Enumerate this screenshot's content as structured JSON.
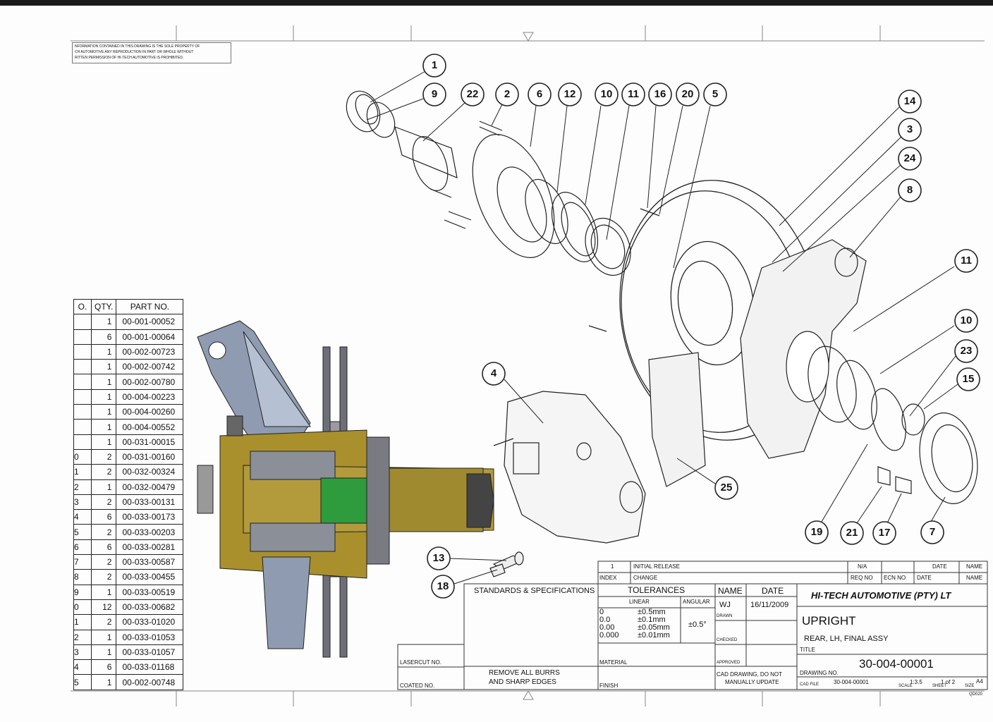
{
  "notice": {
    "line1": "NFORMATION CONTAINED IN THIS DRAWING IS THE SOLE PROPERTY OF",
    "line2": "CH AUTOMOTIVE ANY REPRODUCTION IN PART OR WHOLE WITHOUT",
    "line3": "RITTEN PERMISSION OF HI-TECH AUTOMOTIVE IS PROHIBITED."
  },
  "bom": {
    "headers": {
      "item": "O.",
      "qty": "QTY.",
      "part": "PART NO."
    },
    "rows": [
      {
        "item": "",
        "qty": "1",
        "part": "00-001-00052"
      },
      {
        "item": "",
        "qty": "6",
        "part": "00-001-00064"
      },
      {
        "item": "",
        "qty": "1",
        "part": "00-002-00723"
      },
      {
        "item": "",
        "qty": "1",
        "part": "00-002-00742"
      },
      {
        "item": "",
        "qty": "1",
        "part": "00-002-00780"
      },
      {
        "item": "",
        "qty": "1",
        "part": "00-004-00223"
      },
      {
        "item": "",
        "qty": "1",
        "part": "00-004-00260"
      },
      {
        "item": "",
        "qty": "1",
        "part": "00-004-00552"
      },
      {
        "item": "",
        "qty": "1",
        "part": "00-031-00015"
      },
      {
        "item": "0",
        "qty": "2",
        "part": "00-031-00160"
      },
      {
        "item": "1",
        "qty": "2",
        "part": "00-032-00324"
      },
      {
        "item": "2",
        "qty": "1",
        "part": "00-032-00479"
      },
      {
        "item": "3",
        "qty": "2",
        "part": "00-033-00131"
      },
      {
        "item": "4",
        "qty": "6",
        "part": "00-033-00173"
      },
      {
        "item": "5",
        "qty": "2",
        "part": "00-033-00203"
      },
      {
        "item": "6",
        "qty": "6",
        "part": "00-033-00281"
      },
      {
        "item": "7",
        "qty": "2",
        "part": "00-033-00587"
      },
      {
        "item": "8",
        "qty": "2",
        "part": "00-033-00455"
      },
      {
        "item": "9",
        "qty": "1",
        "part": "00-033-00519"
      },
      {
        "item": "0",
        "qty": "12",
        "part": "00-033-00682"
      },
      {
        "item": "1",
        "qty": "2",
        "part": "00-033-01020"
      },
      {
        "item": "2",
        "qty": "1",
        "part": "00-033-01053"
      },
      {
        "item": "3",
        "qty": "1",
        "part": "00-033-01057"
      },
      {
        "item": "4",
        "qty": "6",
        "part": "00-033-01168"
      },
      {
        "item": "5",
        "qty": "1",
        "part": "00-002-00748"
      }
    ]
  },
  "balloons": [
    "1",
    "9",
    "22",
    "2",
    "6",
    "12",
    "10",
    "11",
    "16",
    "20",
    "5",
    "14",
    "3",
    "24",
    "8",
    "11",
    "10",
    "23",
    "15",
    "4",
    "25",
    "19",
    "21",
    "17",
    "7",
    "13",
    "18"
  ],
  "revision": {
    "index_value": "1",
    "change_value": "INITIAL RELEASE",
    "index_label": "INDEX",
    "change_label": "CHANGE",
    "na": "N/A",
    "req_no": "REQ NO",
    "ecn_no": "ECN NO",
    "date": "DATE",
    "date2": "DATE",
    "name": "NAME",
    "name2": "NAME"
  },
  "title_block": {
    "standards": "STANDARDS & SPECIFICATIONS",
    "tolerances": "TOLERANCES",
    "linear": "LINEAR",
    "angular": "ANGULAR",
    "tol_rows": [
      {
        "val": "0",
        "tol": "±0.5mm"
      },
      {
        "val": "0.0",
        "tol": "±0.1mm"
      },
      {
        "val": "0.00",
        "tol": "±0.05mm"
      },
      {
        "val": "0.000",
        "tol": "±0.01mm"
      }
    ],
    "angular_tol": "±0.5°",
    "name_hdr": "NAME",
    "date_hdr": "DATE",
    "drawn_name": "WJ",
    "drawn_date": "16/11/2009",
    "drawn": "DRAWN",
    "checked": "CHECKED",
    "approved": "APPROVED",
    "company": "HI-TECH AUTOMOTIVE (PTY) LT",
    "title_main": "UPRIGHT",
    "title_sub": "REAR, LH, FINAL ASSY",
    "title_label": "TITLE",
    "lasercut": "LASERCUT NO.",
    "coated": "COATED NO.",
    "material": "MATERIAL",
    "finish": "FINISH",
    "burrs1": "REMOVE ALL BURRS",
    "burrs2": "AND SHARP EDGES",
    "cad1": "CAD DRAWING, DO NOT",
    "cad2": "MANUALLY UPDATE",
    "drawing_no_label": "DRAWING NO.",
    "drawing_no": "30-004-00001",
    "cad_file_label": "CAD FILE",
    "cad_file": "30-004-00001",
    "scale": "1:3.5",
    "scale_label": "SCALE",
    "sheet": "1 of 2",
    "sheet_label": "SHEET",
    "size": "A4",
    "size_label": "SIZE",
    "form": "QD020"
  }
}
